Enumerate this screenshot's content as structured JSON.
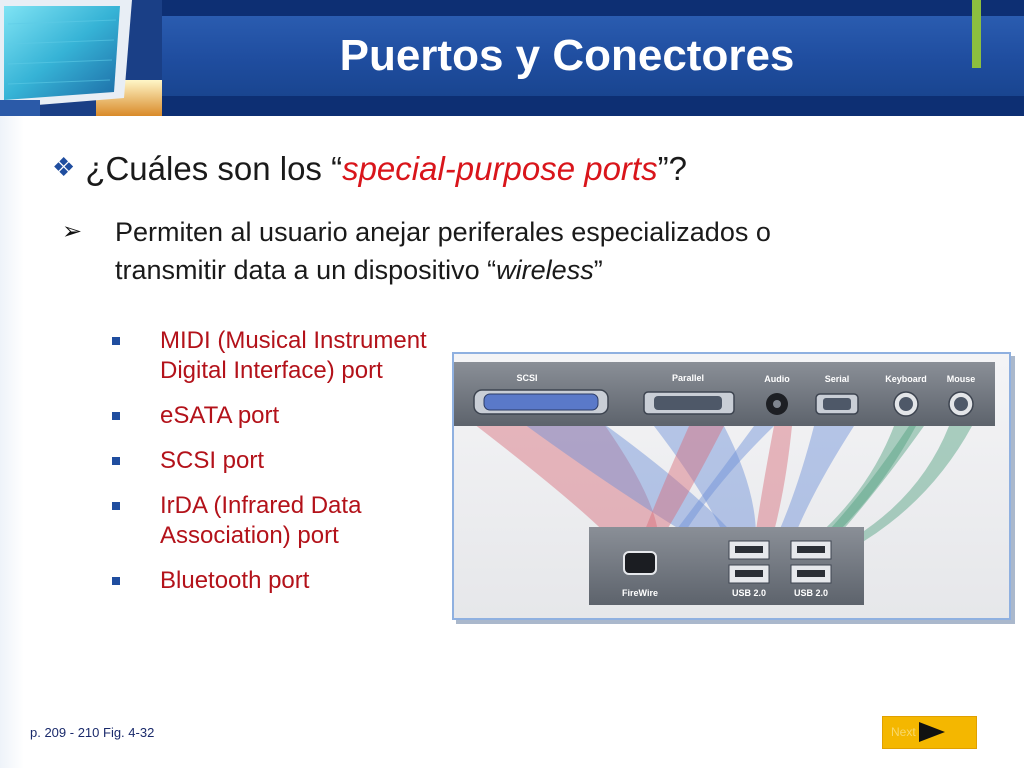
{
  "header": {
    "title": "Puertos y Conectores"
  },
  "question": {
    "prefix": "¿Cuáles son los “",
    "emphasis": "special-purpose ports",
    "suffix": "”?"
  },
  "description": {
    "line1": "Permiten al usuario anejar periferales especializados o",
    "line2_prefix": "transmitir data a un dispositivo “",
    "line2_emphasis": "wireless",
    "line2_suffix": "”"
  },
  "ports": [
    "MIDI (Musical Instrument Digital Interface) port",
    "eSATA port",
    "SCSI port",
    "IrDA (Infrared Data Association) port",
    "Bluetooth port"
  ],
  "figure": {
    "top_labels": [
      "SCSI",
      "Parallel",
      "Audio",
      "Serial",
      "Keyboard",
      "Mouse"
    ],
    "bottom_labels": [
      "FireWire",
      "USB 2.0",
      "USB 2.0"
    ]
  },
  "footer": {
    "reference": "p. 209 - 210 Fig. 4-32",
    "next_label": "Next"
  },
  "colors": {
    "header_blue": "#1f4d9f",
    "accent_red": "#d9151b",
    "green_accent": "#8cbf3f",
    "next_button": "#f4b700"
  }
}
